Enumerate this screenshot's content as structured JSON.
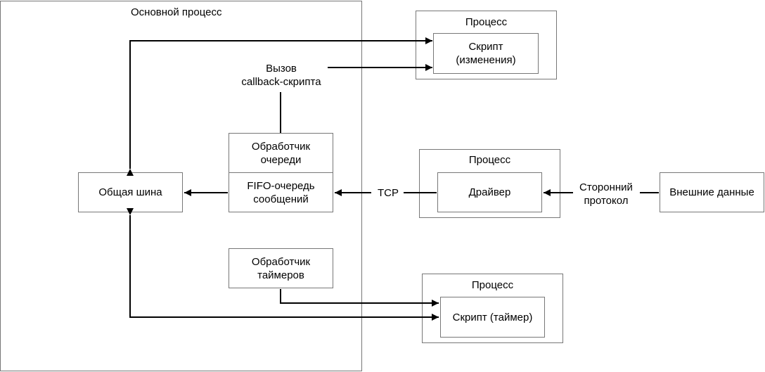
{
  "main_process": {
    "title": "Основной процесс"
  },
  "process_top": {
    "title": "Процесс",
    "script_line1": "Скрипт",
    "script_line2": "(изменения)"
  },
  "process_mid": {
    "title": "Процесс",
    "driver": "Драйвер"
  },
  "process_bottom": {
    "title": "Процесс",
    "script": "Скрипт (таймер)"
  },
  "callback": {
    "line1": "Вызов",
    "line2": "callback-скрипта"
  },
  "queue_handler": {
    "line1": "Обработчик",
    "line2": "очереди"
  },
  "fifo_queue": {
    "line1": "FIFO-очередь",
    "line2": "сообщений"
  },
  "common_bus": {
    "label": "Общая шина"
  },
  "timer_handler": {
    "line1": "Обработчик",
    "line2": "таймеров"
  },
  "tcp": {
    "label": "TCP"
  },
  "third_party": {
    "line1": "Сторонний",
    "line2": "протокол"
  },
  "external_data": {
    "label": "Внешние данные"
  }
}
